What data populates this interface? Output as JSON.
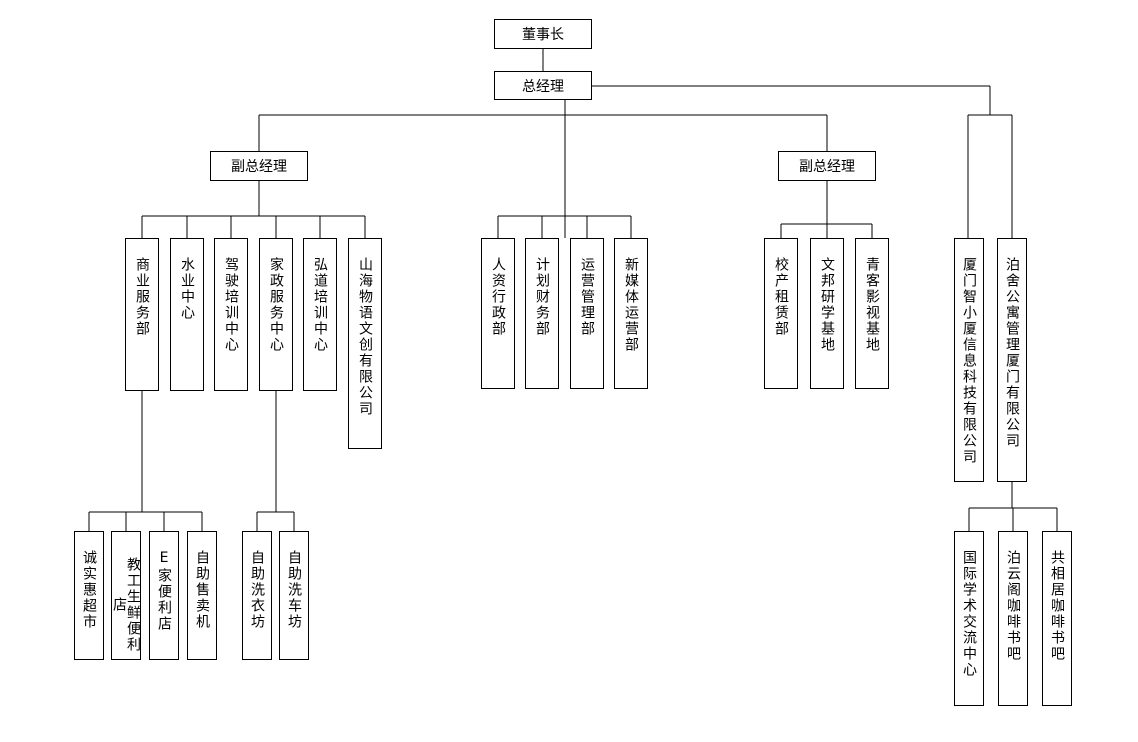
{
  "chart": {
    "top": "董事长",
    "gm": "总经理",
    "vp_left": "副总经理",
    "vp_right": "副总经理",
    "units_left": [
      "商业服务部",
      "水业中心",
      "驾驶培训中心",
      "家政服务中心",
      "弘道培训中心",
      "山海物语文创有限公司"
    ],
    "units_center": [
      "人资行政部",
      "计划财务部",
      "运营管理部",
      "新媒体运营部"
    ],
    "units_right": [
      "校产租赁部",
      "文邦研学基地",
      "青客影视基地"
    ],
    "companies": [
      "厦门智小厦信息科技有限公司",
      "泊舍公寓管理厦门有限公司"
    ],
    "commerce_sub": [
      "诚实惠超市",
      "教工生鲜便利店",
      "E家便利店",
      "自助售卖机"
    ],
    "housekeeping_sub": [
      "自助洗衣坊",
      "自助洗车坊"
    ],
    "apartment_sub": [
      "国际学术交流中心",
      "泊云阁咖啡书吧",
      "共相居咖啡书吧"
    ]
  }
}
